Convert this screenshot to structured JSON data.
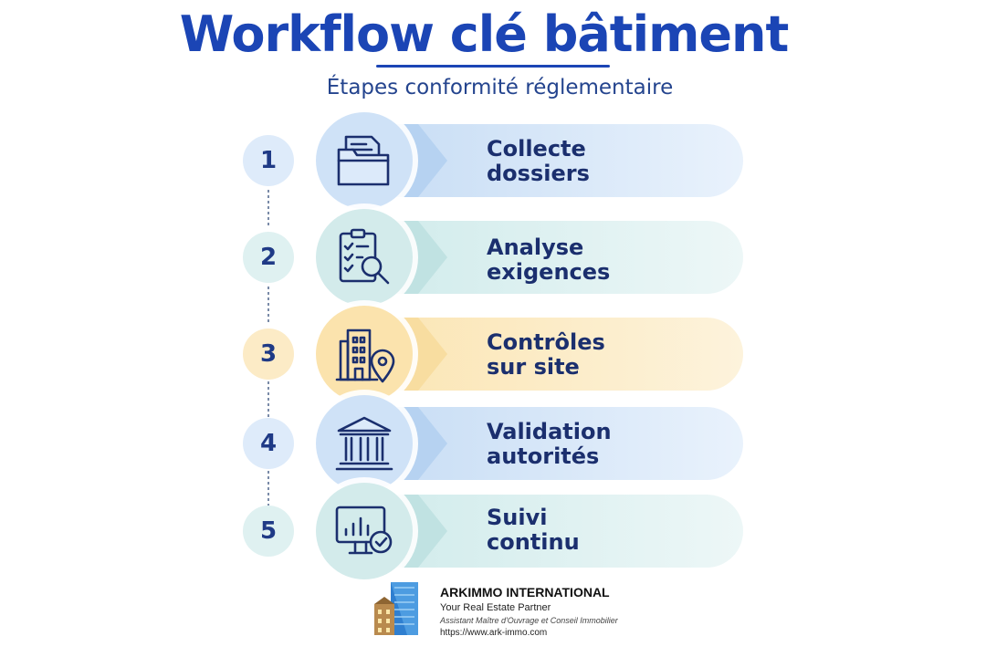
{
  "header": {
    "title": "Workflow clé bâtiment",
    "subtitle": "Étapes conformité réglementaire"
  },
  "steps": [
    {
      "number": "1",
      "line1": "Collecte",
      "line2": "dossiers",
      "icon": "folder-icon",
      "theme": "blue"
    },
    {
      "number": "2",
      "line1": "Analyse",
      "line2": "exigences",
      "icon": "checklist-magnifier-icon",
      "theme": "teal"
    },
    {
      "number": "3",
      "line1": "Contrôles",
      "line2": "sur site",
      "icon": "building-location-icon",
      "theme": "yellow"
    },
    {
      "number": "4",
      "line1": "Validation",
      "line2": "autorités",
      "icon": "government-building-icon",
      "theme": "blue"
    },
    {
      "number": "5",
      "line1": "Suivi",
      "line2": "continu",
      "icon": "monitor-chart-check-icon",
      "theme": "teal"
    }
  ],
  "colors": {
    "title": "#1b45b5",
    "text": "#1b2f6e",
    "blue_band": "#dcebfa",
    "teal_band": "#e3f3f3",
    "yellow_band": "#fdf1d2"
  },
  "footer": {
    "company": "ARKIMMO INTERNATIONAL",
    "tagline": "Your Real Estate Partner",
    "description": "Assistant Maître d'Ouvrage et Conseil Immobilier",
    "url": "https://www.ark-immo.com"
  }
}
